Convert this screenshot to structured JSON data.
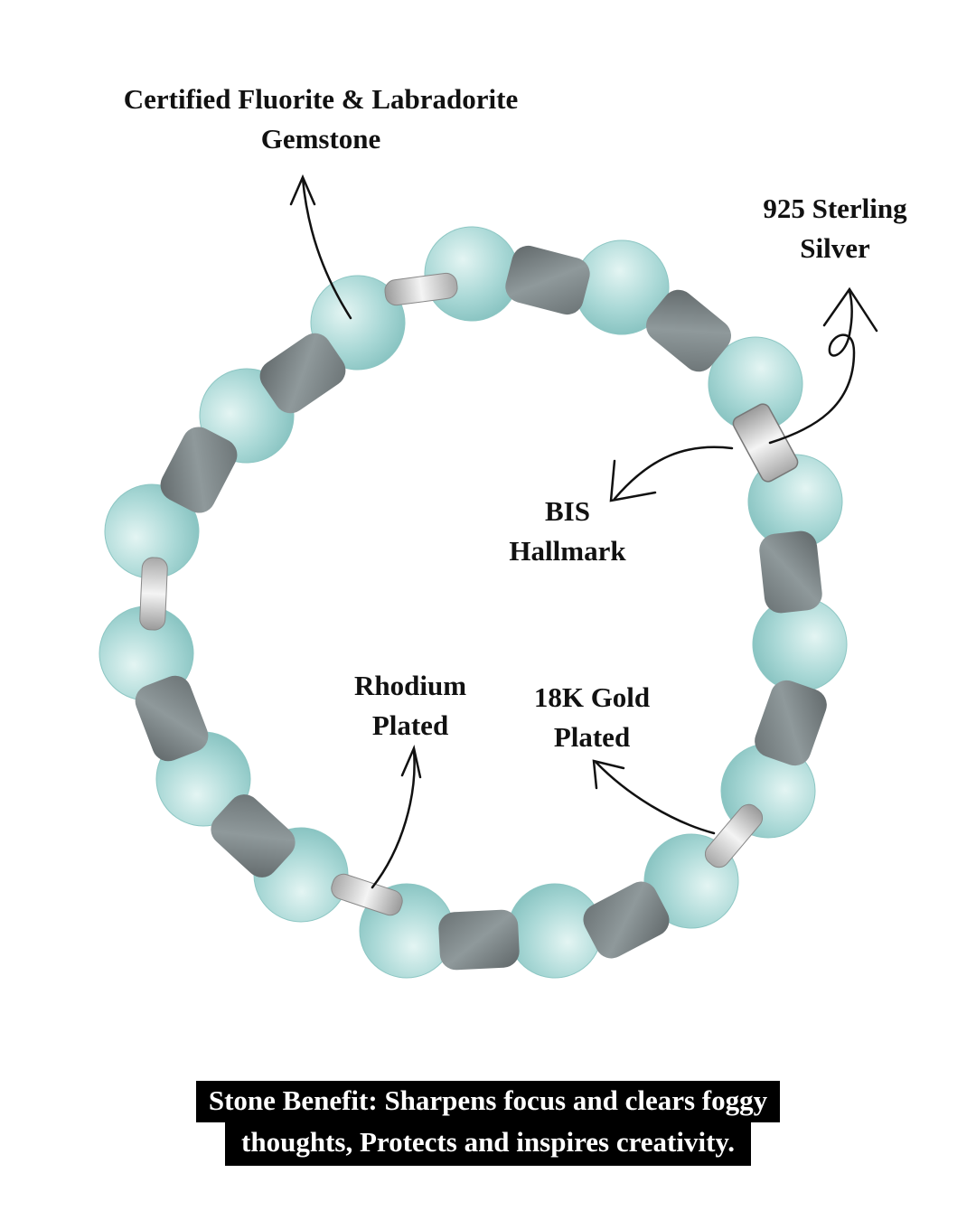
{
  "labels": {
    "gemstone": [
      "Certified Fluorite & Labradorite",
      "Gemstone"
    ],
    "silver": [
      "925 Sterling",
      "Silver"
    ],
    "hallmark": [
      "BIS",
      "Hallmark"
    ],
    "rhodium": [
      "Rhodium",
      "Plated"
    ],
    "gold": [
      "18K Gold",
      "Plated"
    ]
  },
  "benefit": {
    "line1": "Stone Benefit:  Sharpens focus and clears foggy",
    "line2": "thoughts, Protects and inspires creativity."
  },
  "colors": {
    "fluorite": "#a9d8d6",
    "labradorite": "#7d8486",
    "silver": "#d9d9d9",
    "text": "#111111",
    "banner": "#000000"
  }
}
